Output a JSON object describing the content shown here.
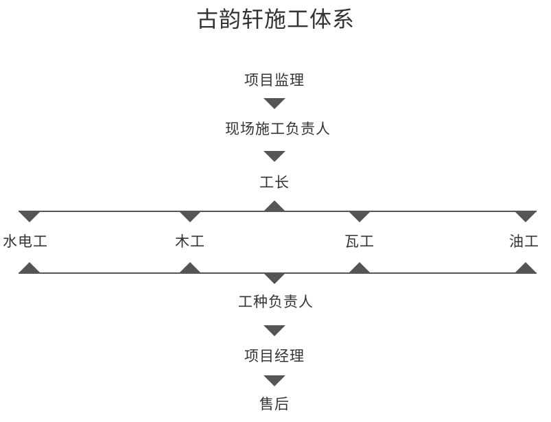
{
  "title": "古韵轩施工体系",
  "nodes": {
    "supervision": "项目监理",
    "site_manager": "现场施工负责人",
    "foreman": "工长",
    "trade_lead": "工种负责人",
    "project_manager": "项目经理",
    "after_sales": "售后"
  },
  "trades": [
    "水电工",
    "木工",
    "瓦工",
    "油工"
  ],
  "colors": {
    "text": "#333333",
    "arrow": "#555555",
    "line": "#555555"
  }
}
